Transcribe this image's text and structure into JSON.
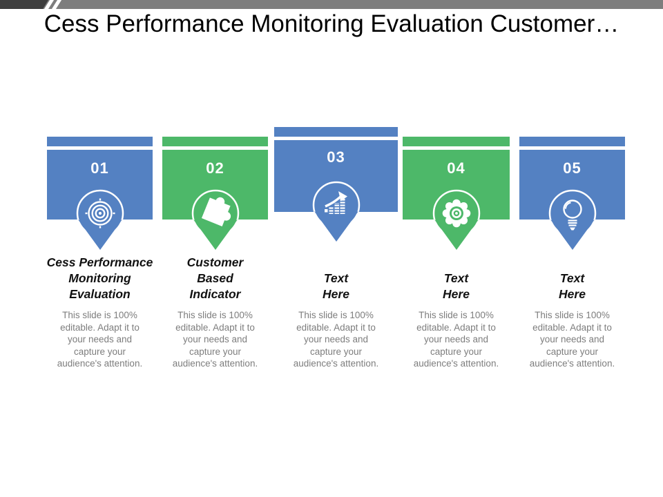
{
  "title": "Cess Performance Monitoring Evaluation Customer…",
  "topbar": {
    "dark_color": "#3e3e3e",
    "light_color": "#7d7d7d",
    "slash_icon": "double-slash-icon"
  },
  "theme": {
    "blue": "#5481C2",
    "green": "#4DB869",
    "heading_text": "#111111",
    "body_text": "#7d7d7d"
  },
  "columns": [
    {
      "number": "01",
      "color": "#5481C2",
      "icon": "target-icon",
      "heading": "Cess Performance\nMonitoring\nEvaluation",
      "description": "This slide is 100%\neditable. Adapt it to\nyour needs and\ncapture your\naudience's attention."
    },
    {
      "number": "02",
      "color": "#4DB869",
      "icon": "puzzle-icon",
      "heading": "Customer\nBased\nIndicator",
      "description": "This slide is 100%\neditable. Adapt it to\nyour needs and\ncapture your\naudience's attention."
    },
    {
      "number": "03",
      "color": "#5481C2",
      "icon": "growth-chart-icon",
      "heading": "Text\nHere",
      "description": "This slide is 100%\neditable. Adapt it to\nyour needs and\ncapture your\naudience's attention."
    },
    {
      "number": "04",
      "color": "#4DB869",
      "icon": "gear-icon",
      "heading": "Text\nHere",
      "description": "This slide is 100%\neditable. Adapt it to\nyour needs and\ncapture your\naudience's attention."
    },
    {
      "number": "05",
      "color": "#5481C2",
      "icon": "lightbulb-icon",
      "heading": "Text\nHere",
      "description": "This slide is 100%\neditable. Adapt it to\nyour needs and\ncapture your\naudience's attention."
    }
  ]
}
